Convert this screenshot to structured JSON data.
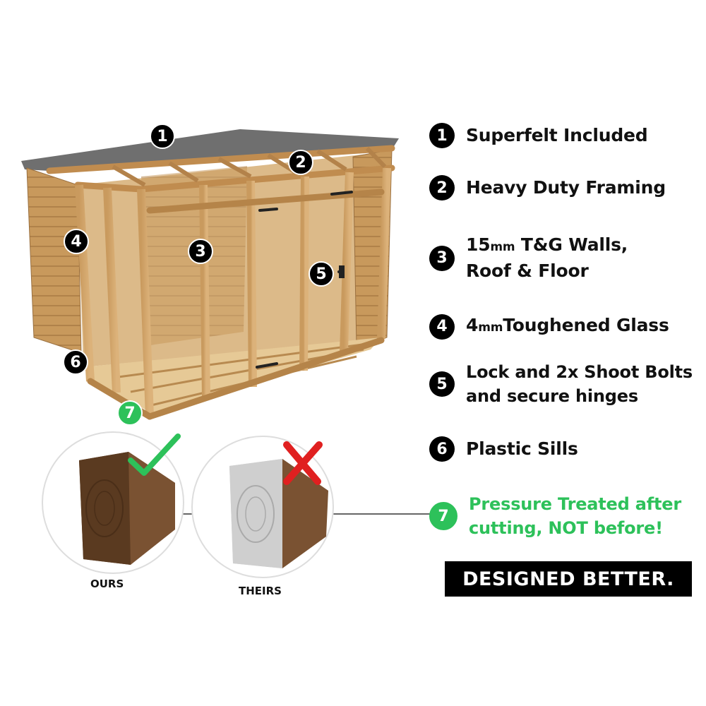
{
  "features": [
    {
      "num": "1",
      "text": "Superfelt Included"
    },
    {
      "num": "2",
      "text": "Heavy Duty Framing"
    },
    {
      "num": "3",
      "line1_pre": "15",
      "line1_unit": "mm",
      "line1_post": " T&G Walls,",
      "line2": "Roof & Floor"
    },
    {
      "num": "4",
      "pre": "4",
      "unit": "mm",
      "post": "Toughened Glass"
    },
    {
      "num": "5",
      "line1": "Lock and 2x Shoot Bolts",
      "line2": "and secure hinges"
    },
    {
      "num": "6",
      "text": "Plastic Sills"
    },
    {
      "num": "7",
      "line1": "Pressure Treated after",
      "line2": "cutting, NOT before!"
    }
  ],
  "banner": "DESIGNED BETTER.",
  "comparison": {
    "ours_label": "OURS",
    "theirs_label": "THEIRS"
  },
  "pins": [
    "1",
    "2",
    "3",
    "4",
    "5",
    "6",
    "7"
  ],
  "colors": {
    "accent_green": "#2dc15a",
    "cross_red": "#e02020",
    "wood": "#c9a06a"
  }
}
